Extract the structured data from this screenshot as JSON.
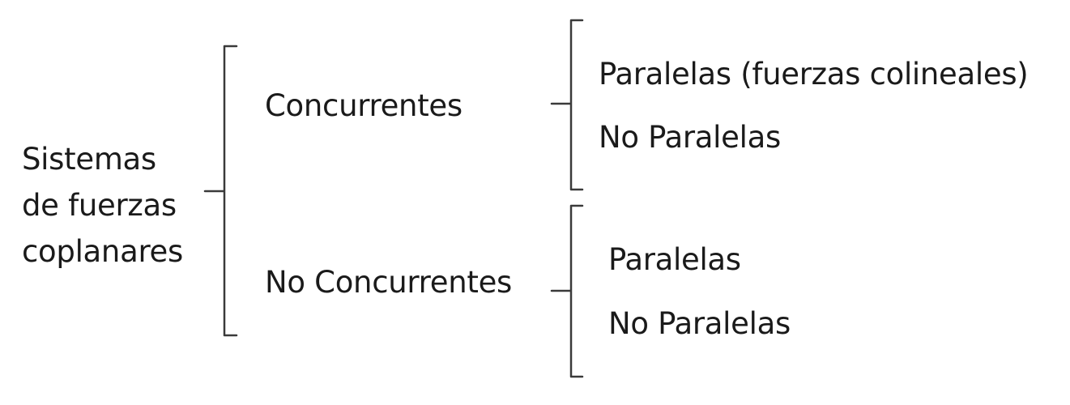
{
  "root": {
    "lines": [
      "Sistemas",
      "de fuerzas",
      "coplanares"
    ]
  },
  "branches": [
    {
      "label": "Concurrentes",
      "children": [
        "Paralelas (fuerzas colineales)",
        "No Paralelas"
      ]
    },
    {
      "label": "No Concurrentes",
      "children": [
        "Paralelas",
        "No Paralelas"
      ]
    }
  ],
  "colors": {
    "text": "#1a1a1a",
    "bracket": "#3a3a3a",
    "background": "#ffffff"
  }
}
